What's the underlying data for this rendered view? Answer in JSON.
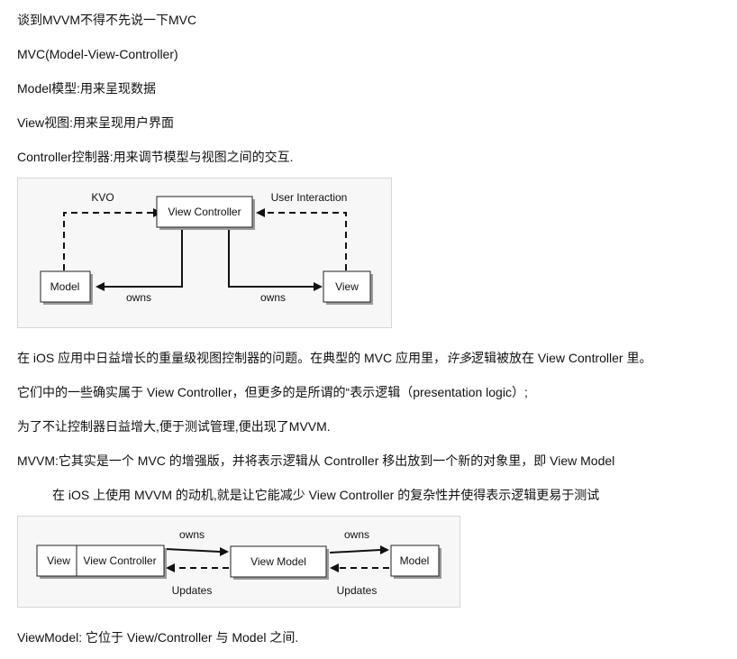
{
  "paragraphs": {
    "p1": "谈到MVVM不得不先说一下MVC",
    "p2": "MVC(Model-View-Controller)",
    "p3": "Model模型:用来呈现数据",
    "p4": "View视图:用来呈现用户界面",
    "p5": "Controller控制器:用来调节模型与视图之间的交互.",
    "p6_before": "在 iOS 应用中日益增长的重量级视图控制器的问题。在典型的 MVC 应用里，",
    "p6_em": "许多",
    "p6_after": "逻辑被放在 View Controller 里。",
    "p7": "它们中的一些确实属于 View Controller，但更多的是所谓的“表示逻辑（presentation logic）;",
    "p8": "为了不让控制器日益增大,便于测试管理,便出现了MVVM.",
    "p9": "MVVM:它其实是一个 MVC 的增强版，并将表示逻辑从 Controller 移出放到一个新的对象里，即 View Model",
    "p10": "在 iOS 上使用 MVVM 的动机,就是让它能减少 View Controller 的复杂性并使得表示逻辑更易于测试",
    "p11": "ViewModel: 它位于 View/Controller 与 Model 之间."
  },
  "mvc_diagram": {
    "view_controller": "View Controller",
    "model": "Model",
    "view": "View",
    "kvo": "KVO",
    "user_interaction": "User Interaction",
    "owns_left": "owns",
    "owns_right": "owns"
  },
  "mvvm_diagram": {
    "view": "View",
    "view_controller": "View Controller",
    "view_model": "View Model",
    "model": "Model",
    "owns_left": "owns",
    "owns_right": "owns",
    "updates_left": "Updates",
    "updates_right": "Updates"
  }
}
